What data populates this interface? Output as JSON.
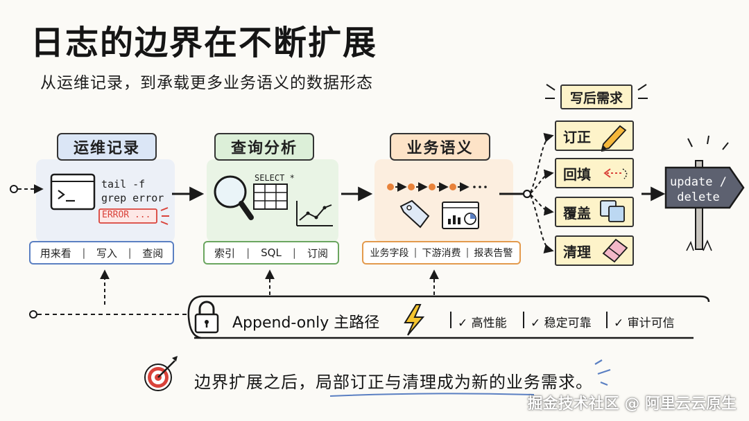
{
  "title": "日志的边界在不断扩展",
  "subtitle": "从运维记录，到承载更多业务语义的数据形态",
  "stages": {
    "ops": {
      "label": "运维记录",
      "terminal_lines": [
        "tail -f",
        "grep error"
      ],
      "error_badge": "ERROR ...",
      "tags": [
        "用来看",
        "写入",
        "查阅"
      ]
    },
    "query": {
      "label": "查询分析",
      "sql_caption": "SELECT *",
      "tags": [
        "索引",
        "SQL",
        "订阅"
      ]
    },
    "biz": {
      "label": "业务语义",
      "tags": [
        "业务字段",
        "下游消费",
        "报表告警"
      ]
    }
  },
  "write_after": {
    "heading": "写后需求",
    "items": [
      {
        "label": "订正",
        "icon": "pencil-icon"
      },
      {
        "label": "回填",
        "icon": "backfill-arrow-icon"
      },
      {
        "label": "覆盖",
        "icon": "overlay-cards-icon"
      },
      {
        "label": "清理",
        "icon": "eraser-icon"
      }
    ]
  },
  "signpost": {
    "line1": "update /",
    "line2": "delete"
  },
  "append_path": {
    "label": "Append-only 主路径",
    "checks": [
      "高性能",
      "稳定可靠",
      "审计可信"
    ]
  },
  "footer": "边界扩展之后，局部订正与清理成为新的业务需求。",
  "watermark": "掘金技术社区 @ 阿里云云原生",
  "colors": {
    "ops": "#5a7fc2",
    "query": "#6aa55f",
    "biz": "#e39a4c",
    "note": "#fdf3c9",
    "error": "#d9423a",
    "orange_dot": "#e8823a"
  }
}
